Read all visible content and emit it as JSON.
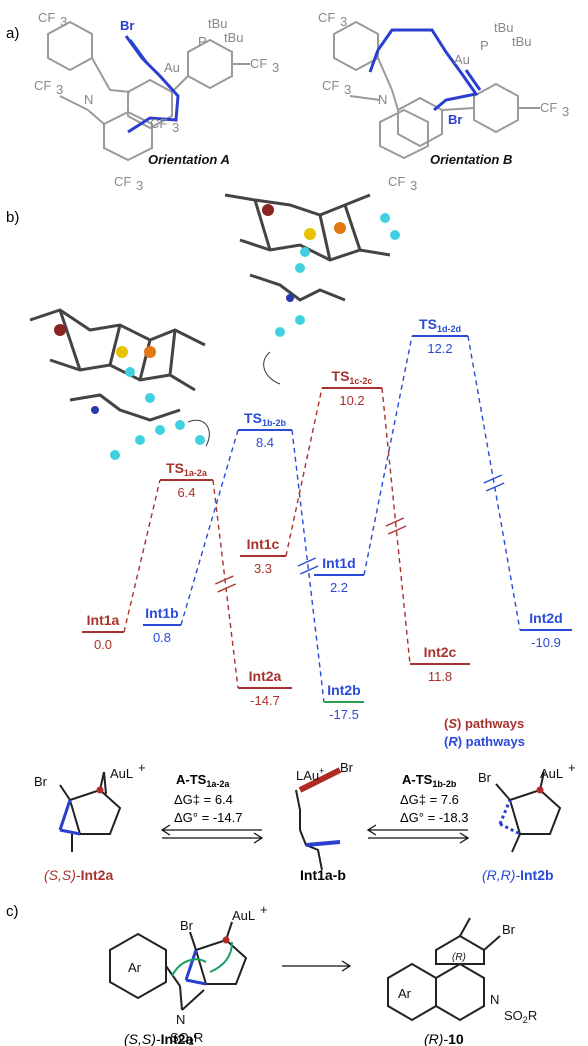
{
  "panels": {
    "a": "a)",
    "b": "b)",
    "c": "c)"
  },
  "orientations": {
    "A": "Orientation A",
    "B": "Orientation B"
  },
  "atoms": {
    "cf3": "CF",
    "cf3_sub": "3",
    "br": "Br",
    "au": "Au",
    "p": "P",
    "tbu": "tBu",
    "n": "N",
    "ar": "Ar"
  },
  "profile": {
    "levels": [
      {
        "id": "Int1a",
        "label": "Int1a",
        "sub": "",
        "value": "0.0",
        "color": "red"
      },
      {
        "id": "Int1b",
        "label": "Int1b",
        "sub": "",
        "value": "0.8",
        "color": "blue"
      },
      {
        "id": "TS1a2a",
        "label": "TS",
        "sub": "1a-2a",
        "value": "6.4",
        "color": "red"
      },
      {
        "id": "TS1b2b",
        "label": "TS",
        "sub": "1b-2b",
        "value": "8.4",
        "color": "blue"
      },
      {
        "id": "Int1c",
        "label": "Int1c",
        "sub": "",
        "value": "3.3",
        "color": "red"
      },
      {
        "id": "Int1d",
        "label": "Int1d",
        "sub": "",
        "value": "2.2",
        "color": "blue"
      },
      {
        "id": "TS1c2c",
        "label": "TS",
        "sub": "1c-2c",
        "value": "10.2",
        "color": "red"
      },
      {
        "id": "TS1d2d",
        "label": "TS",
        "sub": "1d-2d",
        "value": "12.2",
        "color": "blue"
      },
      {
        "id": "Int2a",
        "label": "Int2a",
        "sub": "",
        "value": "-14.7",
        "color": "red"
      },
      {
        "id": "Int2b",
        "label": "Int2b",
        "sub": "",
        "value": "-17.5",
        "color": "blue"
      },
      {
        "id": "Int2c",
        "label": "Int2c",
        "sub": "",
        "value": "11.8",
        "color": "red"
      },
      {
        "id": "Int2d",
        "label": "Int2d",
        "sub": "",
        "value": "-10.9",
        "color": "blue"
      }
    ],
    "legend": {
      "s_prefix": "(",
      "s_letter": "S",
      "s_rest": ") pathways",
      "r_prefix": "(",
      "r_letter": "R",
      "r_rest": ") pathways"
    }
  },
  "equilibrium": {
    "left_label_pre": "(S,S)-",
    "left_label": "Int2a",
    "center_label": "Int1a-b",
    "right_label_pre": "(R,R)-",
    "right_label": "Int2b",
    "ts_left": {
      "prefix": "A-TS",
      "sub": "1a-2a",
      "dg_act_label": "ΔG‡ = ",
      "dg_act": "6.4",
      "dg_rxn_label": "ΔG° = ",
      "dg_rxn": "-14.7"
    },
    "ts_right": {
      "prefix": "A-TS",
      "sub": "1b-2b",
      "dg_act_label": "ΔG‡ = ",
      "dg_act": "7.6",
      "dg_rxn_label": "ΔG° = ",
      "dg_rxn": "-18.3"
    },
    "aul": "AuL",
    "aul_plus": "+",
    "lau": "LAu",
    "br": "Br"
  },
  "panel_c": {
    "left_label_pre": "(S,S)-",
    "left_label": "Int2a'",
    "right_label_pre": "(R)-",
    "right_label": "10",
    "so2r": "SO",
    "so2r_sub": "2",
    "so2r_end": "R",
    "r_tag": "(R)",
    "ar": "Ar",
    "n": "N",
    "br": "Br",
    "aul": "AuL",
    "aul_plus": "+"
  }
}
